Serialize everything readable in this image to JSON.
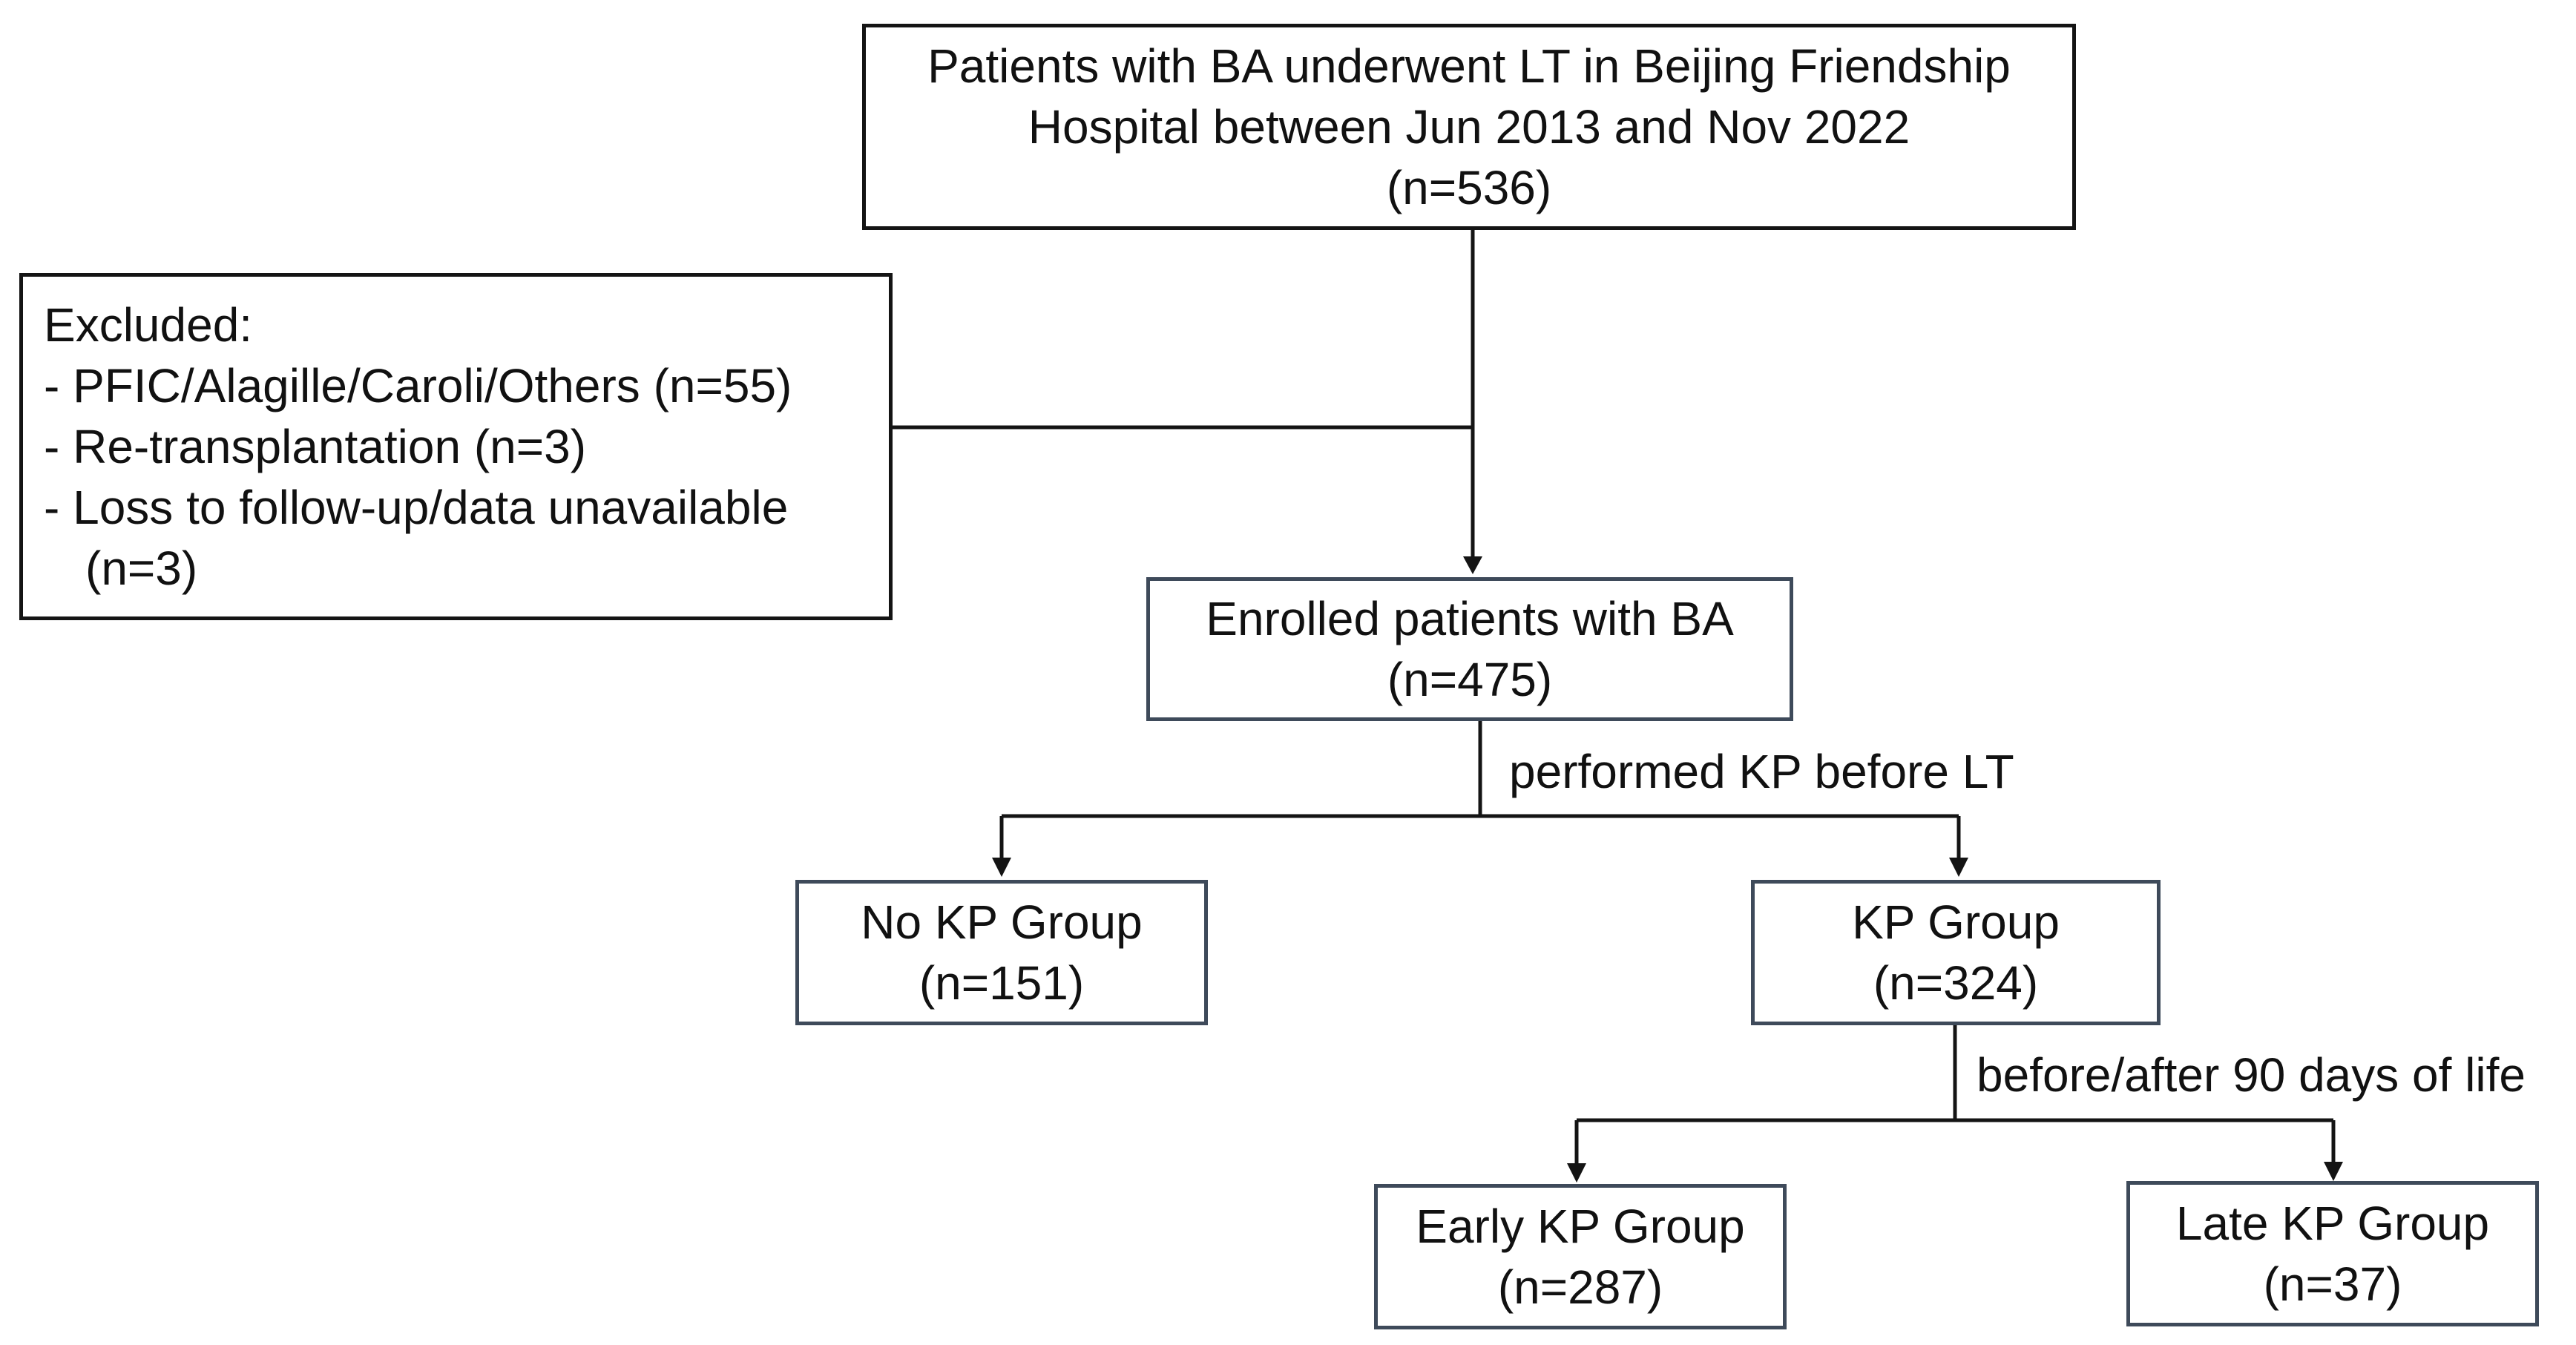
{
  "flowchart": {
    "top_box": {
      "lines": [
        "Patients with BA underwent LT in Beijing Friendship",
        "Hospital between Jun 2013 and Nov 2022",
        "(n=536)"
      ]
    },
    "excluded_box": {
      "heading": "Excluded:",
      "items": [
        "- PFIC/Alagille/Caroli/Others (n=55)",
        "- Re-transplantation (n=3)",
        "- Loss to follow-up/data unavailable"
      ],
      "continuation": "(n=3)"
    },
    "enrolled_box": {
      "lines": [
        "Enrolled patients with BA",
        "(n=475)"
      ]
    },
    "split_label_1": "performed KP before LT",
    "no_kp_box": {
      "lines": [
        "No KP Group",
        "(n=151)"
      ]
    },
    "kp_box": {
      "lines": [
        "KP Group",
        "(n=324)"
      ]
    },
    "split_label_2": "before/after 90 days of life",
    "early_kp_box": {
      "lines": [
        "Early KP Group",
        "(n=287)"
      ]
    },
    "late_kp_box": {
      "lines": [
        "Late KP Group",
        "(n=37)"
      ]
    }
  },
  "colors": {
    "line": "#141414",
    "box_border_dark": "#141414",
    "box_border_slate": "#3e4a5a",
    "text": "#111111",
    "background": "#ffffff"
  }
}
